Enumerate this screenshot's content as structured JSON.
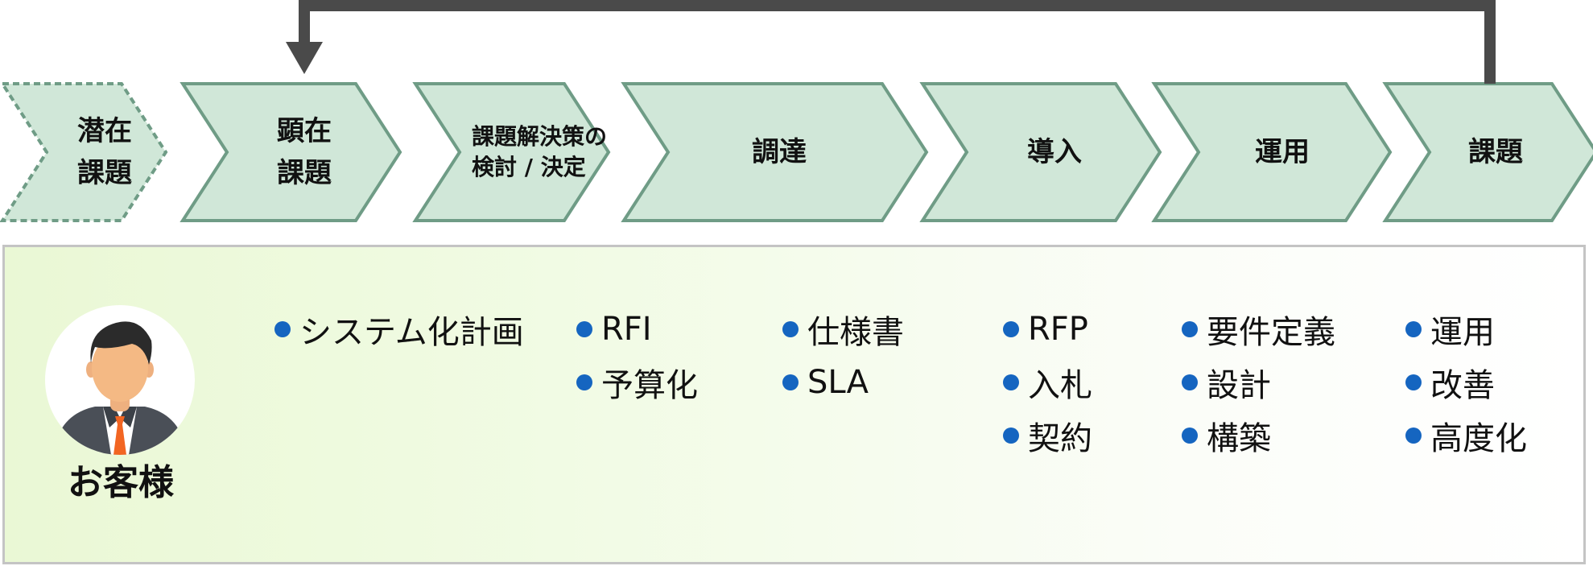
{
  "process_steps": [
    {
      "id": "latent",
      "label": "潜在\n課題",
      "style": "dashed"
    },
    {
      "id": "manifest",
      "label": "顕在\n課題",
      "style": "solid"
    },
    {
      "id": "solution",
      "label": "課題解決策の\n検討 / 決定",
      "style": "solid"
    },
    {
      "id": "procurement",
      "label": "調達",
      "style": "solid"
    },
    {
      "id": "introduction",
      "label": "導入",
      "style": "solid"
    },
    {
      "id": "operation",
      "label": "運用",
      "style": "solid"
    },
    {
      "id": "issue",
      "label": "課題",
      "style": "solid"
    }
  ],
  "customer": {
    "label": "お客様",
    "icon": "businessman-avatar-icon"
  },
  "columns": [
    {
      "items": [
        "システム化計画"
      ]
    },
    {
      "items": [
        "RFI",
        "予算化"
      ]
    },
    {
      "items": [
        "仕様書",
        "SLA"
      ]
    },
    {
      "items": [
        "RFP",
        "入札",
        "契約"
      ]
    },
    {
      "items": [
        "要件定義",
        "設計",
        "構築"
      ]
    },
    {
      "items": [
        "運用",
        "改善",
        "高度化"
      ]
    }
  ],
  "colors": {
    "chevron_fill": "#d0e7d8",
    "chevron_stroke": "#6f9c86",
    "feedback_arrow": "#4a4a4a",
    "bullet": "#1565c0",
    "panel_border": "#c4c4c4",
    "panel_gradient_start": "#eaf8d5"
  }
}
